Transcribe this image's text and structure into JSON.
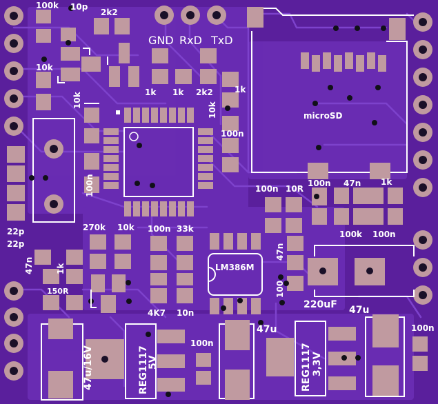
{
  "board": {
    "colors": {
      "substrate": "#5a1f9c",
      "copper": "#6b2fb8",
      "trace": "#7a3ec9",
      "pad": "#c09aa0",
      "silkscreen": "#ffffff",
      "hole": "#1a1028"
    },
    "header_labels": {
      "gnd": "GND",
      "rxd": "RxD",
      "txd": "TxD"
    },
    "labels": [
      "100k",
      "10p",
      "2k2",
      "10k",
      "1k",
      "1k",
      "2k2",
      "1k",
      "10k",
      "100n",
      "10k",
      "100n",
      "microSD",
      "100n",
      "10R",
      "100n",
      "47n",
      "1k",
      "100k",
      "100n",
      "22p",
      "22p",
      "270k",
      "10k",
      "100n",
      "33k",
      "47n",
      "1k",
      "LM386M",
      "47n",
      "100",
      "150R",
      "4K7",
      "10n",
      "220uF",
      "47u",
      "47u/16V",
      "REG1117",
      "5V",
      "100n",
      "47u",
      "REG1117",
      "3,3V",
      "100n"
    ]
  }
}
